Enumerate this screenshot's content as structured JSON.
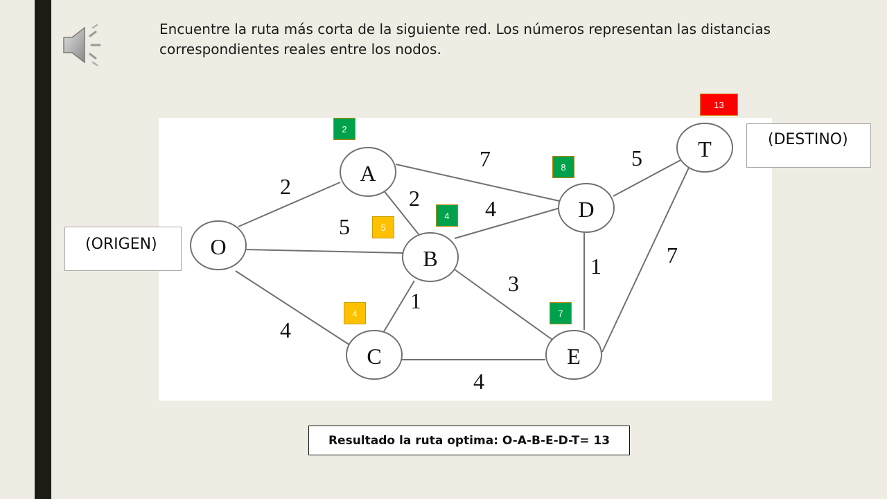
{
  "instruction": {
    "line1": "Encuentre la ruta más corta de la siguiente red. Los números representan las distancias",
    "line2": "correspondientes reales entre los nodos."
  },
  "origin_label": "(ORIGEN)",
  "destination_label": "(DESTINO)",
  "result": "Resultado la ruta optima: O-A-B-E-D-T= 13",
  "nodes": [
    "O",
    "A",
    "B",
    "C",
    "D",
    "E",
    "T"
  ],
  "edges": [
    {
      "from": "O",
      "to": "A",
      "weight": "2"
    },
    {
      "from": "O",
      "to": "B",
      "weight": "5"
    },
    {
      "from": "O",
      "to": "C",
      "weight": "4"
    },
    {
      "from": "A",
      "to": "B",
      "weight": "2"
    },
    {
      "from": "A",
      "to": "D",
      "weight": "7"
    },
    {
      "from": "B",
      "to": "C",
      "weight": "1"
    },
    {
      "from": "B",
      "to": "D",
      "weight": "4"
    },
    {
      "from": "B",
      "to": "E",
      "weight": "3"
    },
    {
      "from": "C",
      "to": "E",
      "weight": "4"
    },
    {
      "from": "D",
      "to": "E",
      "weight": "1"
    },
    {
      "from": "D",
      "to": "T",
      "weight": "5"
    },
    {
      "from": "E",
      "to": "T",
      "weight": "7"
    }
  ],
  "badges": {
    "A": {
      "value": "2",
      "color": "#00a14b"
    },
    "B_green": {
      "value": "4",
      "color": "#00a14b"
    },
    "B_orange": {
      "value": "5",
      "color": "#ffc000"
    },
    "C": {
      "value": "4",
      "color": "#ffc000"
    },
    "D": {
      "value": "8",
      "color": "#00a14b"
    },
    "E": {
      "value": "7",
      "color": "#00a14b"
    },
    "T": {
      "value": "13",
      "color": "#ff0000"
    }
  },
  "icons": {
    "speaker": "speaker-icon"
  }
}
